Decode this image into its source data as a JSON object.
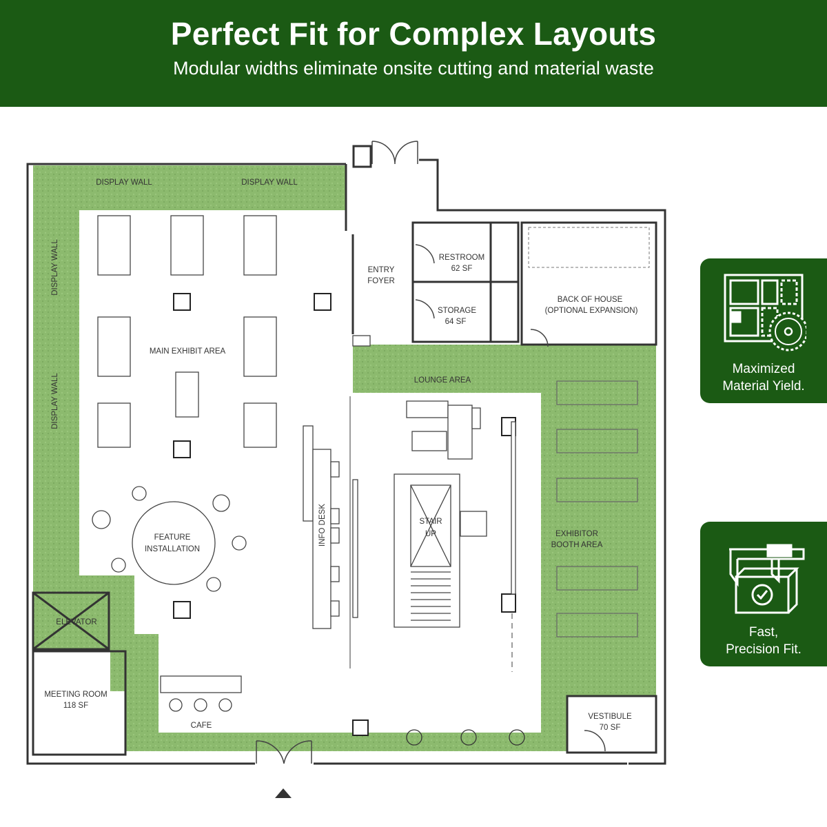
{
  "header": {
    "title": "Perfect Fit for Complex Layouts",
    "subtitle": "Modular widths eliminate onsite cutting and material waste"
  },
  "plan": {
    "display_wall_1": "DISPLAY WALL",
    "display_wall_2": "DISPLAY WALL",
    "display_wall_3": "DISPLAY WALL",
    "display_wall_4": "DISPLAY WALL",
    "main_exhibit": "MAIN EXHIBIT AREA",
    "entry_foyer": [
      "ENTRY",
      "FOYER"
    ],
    "restroom": [
      "RESTROOM",
      "62 SF"
    ],
    "storage": [
      "STORAGE",
      "64 SF"
    ],
    "back_of_house": [
      "BACK OF HOUSE",
      "(OPTIONAL EXPANSION)"
    ],
    "lounge": "LOUNGE AREA",
    "feature": [
      "FEATURE",
      "INSTALLATION"
    ],
    "info_desk": "INFO DESK",
    "stair": [
      "STAIR",
      "UP"
    ],
    "exhibitor": [
      "EXHIBITOR",
      "BOOTH AREA"
    ],
    "elevator": "ELEVATOR",
    "meeting_room": [
      "MEETING ROOM",
      "118 SF"
    ],
    "cafe": "CAFE",
    "vestibule": [
      "VESTIBULE",
      "70 SF"
    ]
  },
  "cards": [
    {
      "icon": "floor-plan-saw-icon",
      "lines": [
        "Maximized",
        "Material Yield."
      ]
    },
    {
      "icon": "caliper-box-check-icon",
      "lines": [
        "Fast,",
        "Precision Fit."
      ]
    }
  ],
  "colors": {
    "brand_green": "#1b5a14",
    "turf": "#8cba6e",
    "wall": "#333333"
  }
}
